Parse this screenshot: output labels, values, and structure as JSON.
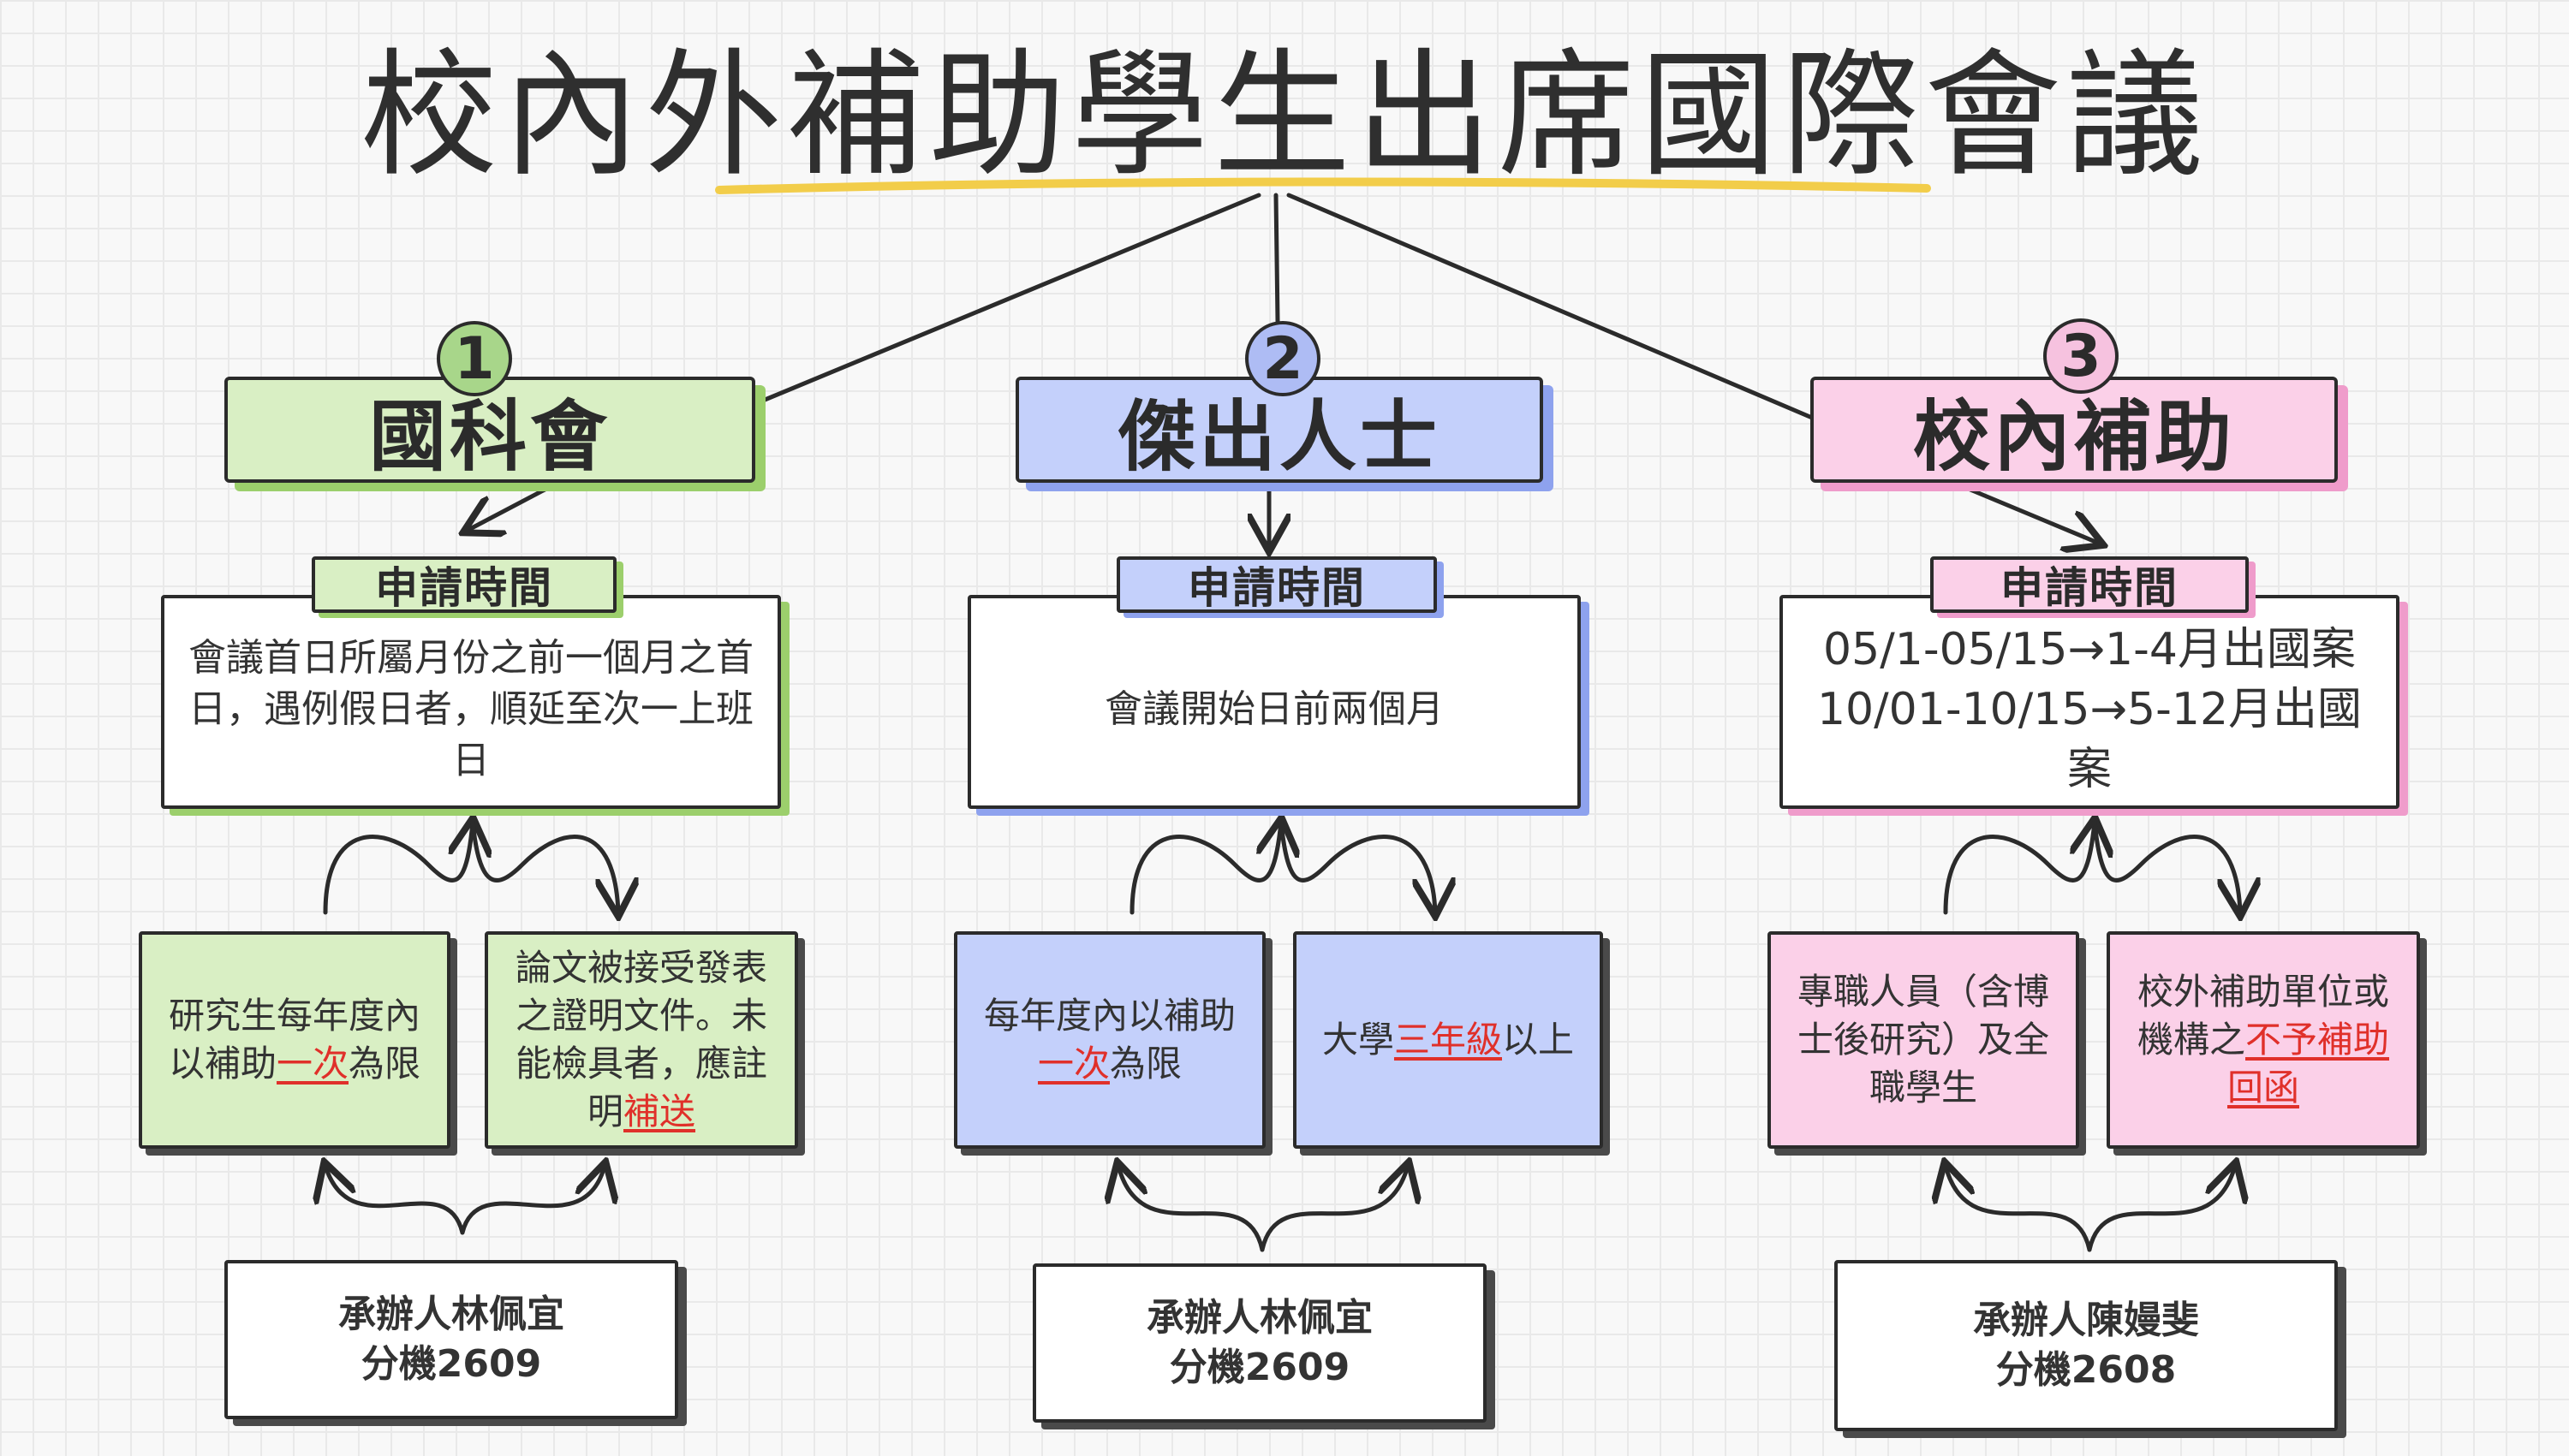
{
  "title": "校內外補助學生出席國際會議",
  "colors": {
    "green": "#d9efc4",
    "blue": "#c4d0fb",
    "pink": "#fbd0e8",
    "highlight": "#e0302a",
    "underline": "#f2cd4a"
  },
  "categories": [
    {
      "number": "1",
      "name": "國科會",
      "time_label": "申請時間",
      "time_text": "會議首日所屬月份之前一個月之首日，遇例假日者，順延至次一上班日",
      "conditions": [
        {
          "before": "研究生每年度內以補助",
          "highlight": "一次",
          "after": "為限"
        },
        {
          "before": "論文被接受發表之證明文件。未能檢具者，應註明",
          "highlight": "補送",
          "after": ""
        }
      ],
      "contact": {
        "person": "承辦人林佩宜",
        "ext": "分機2609"
      }
    },
    {
      "number": "2",
      "name": "傑出人士",
      "time_label": "申請時間",
      "time_text": "會議開始日前兩個月",
      "conditions": [
        {
          "before": "每年度內以補助",
          "highlight": "一次",
          "after": "為限"
        },
        {
          "before": "大學",
          "highlight": "三年級",
          "after": "以上"
        }
      ],
      "contact": {
        "person": "承辦人林佩宜",
        "ext": "分機2609"
      }
    },
    {
      "number": "3",
      "name": "校內補助",
      "time_label": "申請時間",
      "time_lines": [
        "05/1-05/15→1-4月出國案",
        "10/01-10/15→5-12月出國案"
      ],
      "conditions": [
        {
          "before": "專職人員（含博士後研究）及全職學生",
          "highlight": "",
          "after": ""
        },
        {
          "before": "校外補助單位或機構之",
          "highlight": "不予補助回函",
          "after": ""
        }
      ],
      "contact": {
        "person": "承辦人陳嫚斐",
        "ext": "分機2608"
      }
    }
  ]
}
